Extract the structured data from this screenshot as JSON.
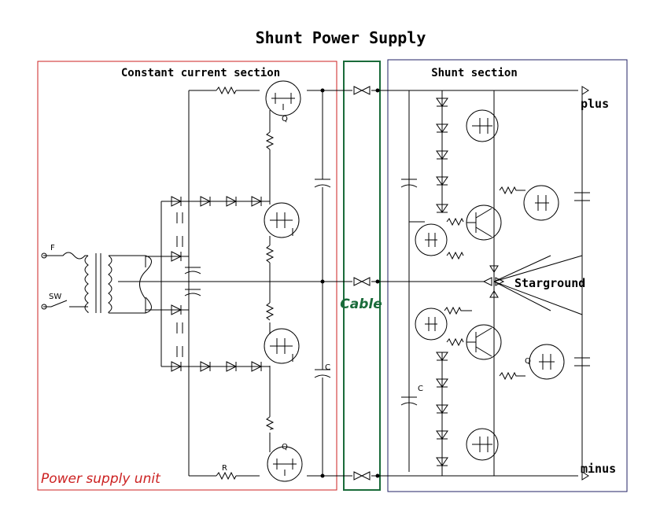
{
  "title": "Shunt Power Supply",
  "sections": {
    "constant_current": "Constant current section",
    "shunt": "Shunt section",
    "power_supply_unit": "Power supply unit",
    "cable": "Cable"
  },
  "terminals": {
    "plus": "plus",
    "minus": "minus",
    "starground": "Starground"
  },
  "labels": {
    "fuse": "F",
    "switch": "SW",
    "q_top": "Q",
    "q_bottom": "Q",
    "q_shunt": "Q",
    "c_main": "C",
    "c_shunt": "C",
    "r_bottom": "R"
  },
  "colors": {
    "psu_box": "#cc2222",
    "cable_box": "#1a6b3a",
    "shunt_box": "#222266",
    "cable_text": "#1a6b3a",
    "psu_text": "#cc2222"
  }
}
